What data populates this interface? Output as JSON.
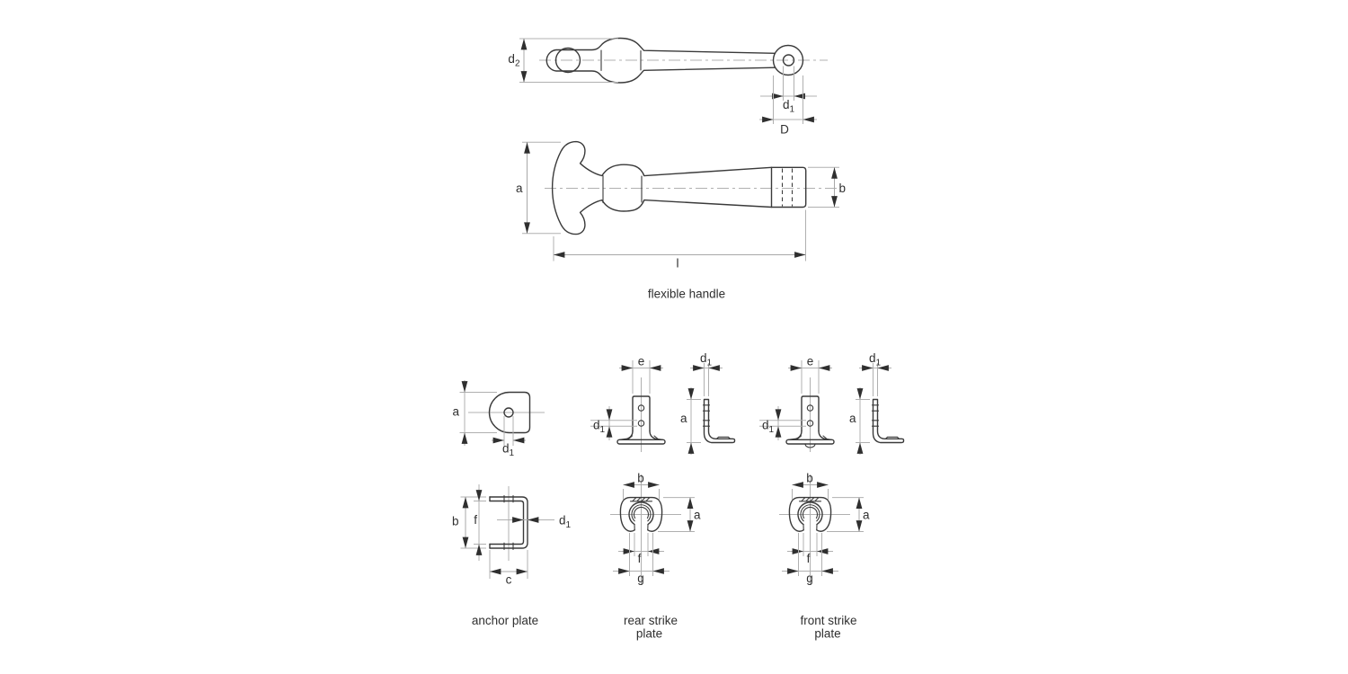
{
  "drawing": {
    "colors": {
      "object_line": "#3a3a3a",
      "thin_line": "#b0b0b0",
      "arrow": "#2f2f2f",
      "text": "#2f2f2f",
      "background": "#ffffff"
    },
    "captions": {
      "flexible_handle": "flexible handle",
      "anchor_plate": "anchor plate",
      "rear_strike_l1": "rear strike",
      "rear_strike_l2": "plate",
      "front_strike_l1": "front strike",
      "front_strike_l2": "plate"
    },
    "dim_labels": {
      "d1": {
        "base": "d",
        "sub": "1"
      },
      "d2": {
        "base": "d",
        "sub": "2"
      },
      "D": "D",
      "a": "a",
      "b": "b",
      "l": "l",
      "e": "e",
      "f": "f",
      "c": "c",
      "g": "g"
    }
  }
}
